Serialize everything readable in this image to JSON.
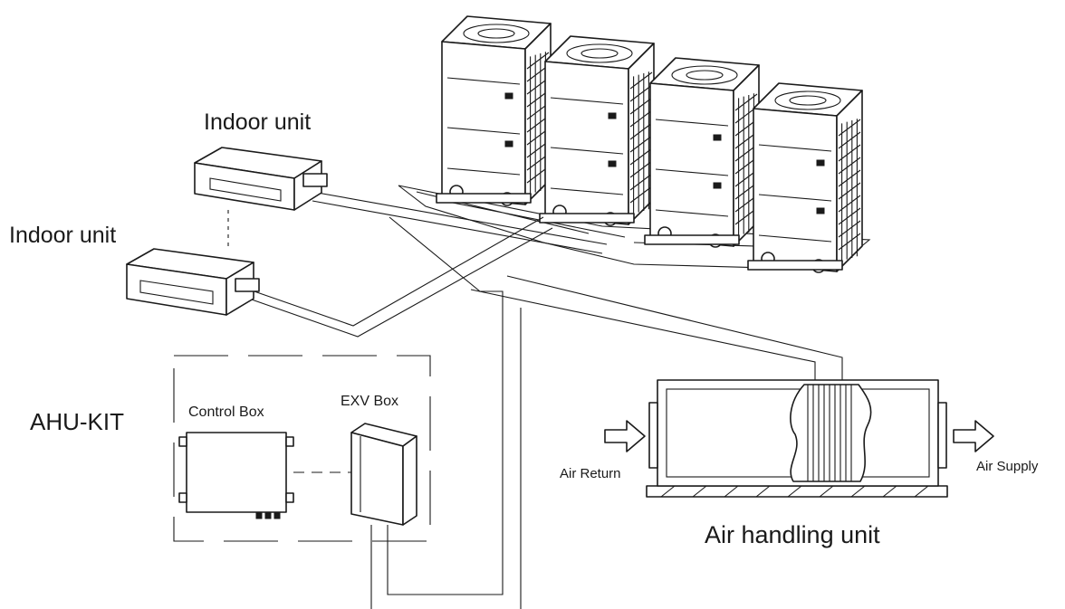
{
  "labels": {
    "indoor_unit_top": "Indoor unit",
    "indoor_unit_bottom": "Indoor unit",
    "ahu_kit": "AHU-KIT",
    "control_box": "Control Box",
    "exv_box": "EXV Box",
    "air_return": "Air Return",
    "air_supply": "Air Supply",
    "air_handling_unit": "Air handling unit"
  },
  "outdoor_units": {
    "count": 4
  }
}
